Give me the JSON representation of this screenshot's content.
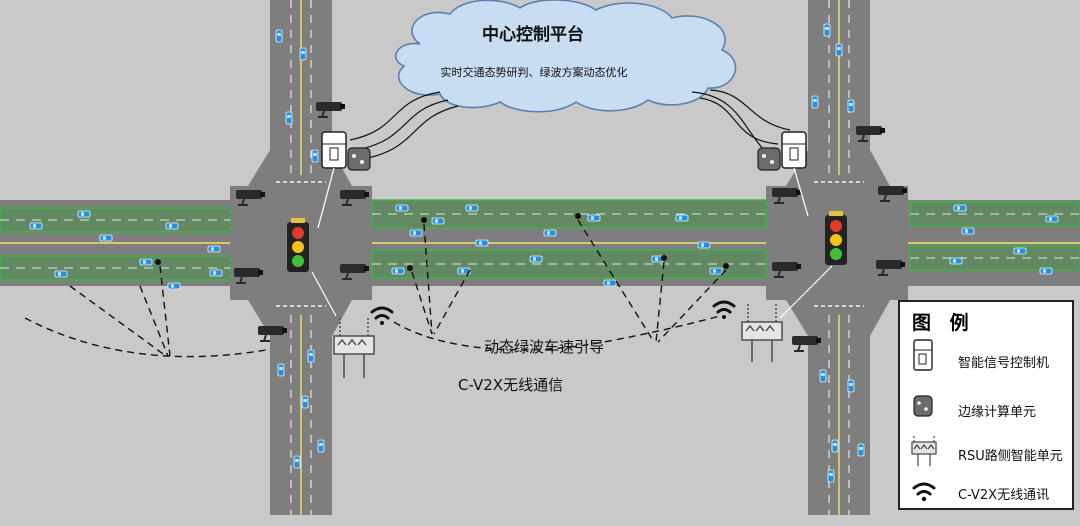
{
  "cloud": {
    "title": "中心控制平台",
    "subtitle": "实时交通态势研判、绿波方案动态优化"
  },
  "annotations": {
    "speed_guidance": "动态绿波车速引导",
    "v2x_comm": "C-V2X无线通信"
  },
  "legend": {
    "title": "图 例",
    "items": [
      {
        "icon": "signal-controller-icon",
        "label": "智能信号控制机"
      },
      {
        "icon": "edge-computing-icon",
        "label": "边缘计算单元"
      },
      {
        "icon": "rsu-icon",
        "label": "RSU路侧智能单元"
      },
      {
        "icon": "wireless-icon",
        "label": "C-V2X无线通讯"
      }
    ]
  },
  "colors": {
    "background": "#c9c9c9",
    "road": "#7e7e7e",
    "green_band": "#5f8a5f",
    "green_border": "#3fb24a",
    "cloud_fill": "#c8dcf2",
    "cloud_stroke": "#5a7fb0",
    "vehicle": "#2b8fd6"
  }
}
